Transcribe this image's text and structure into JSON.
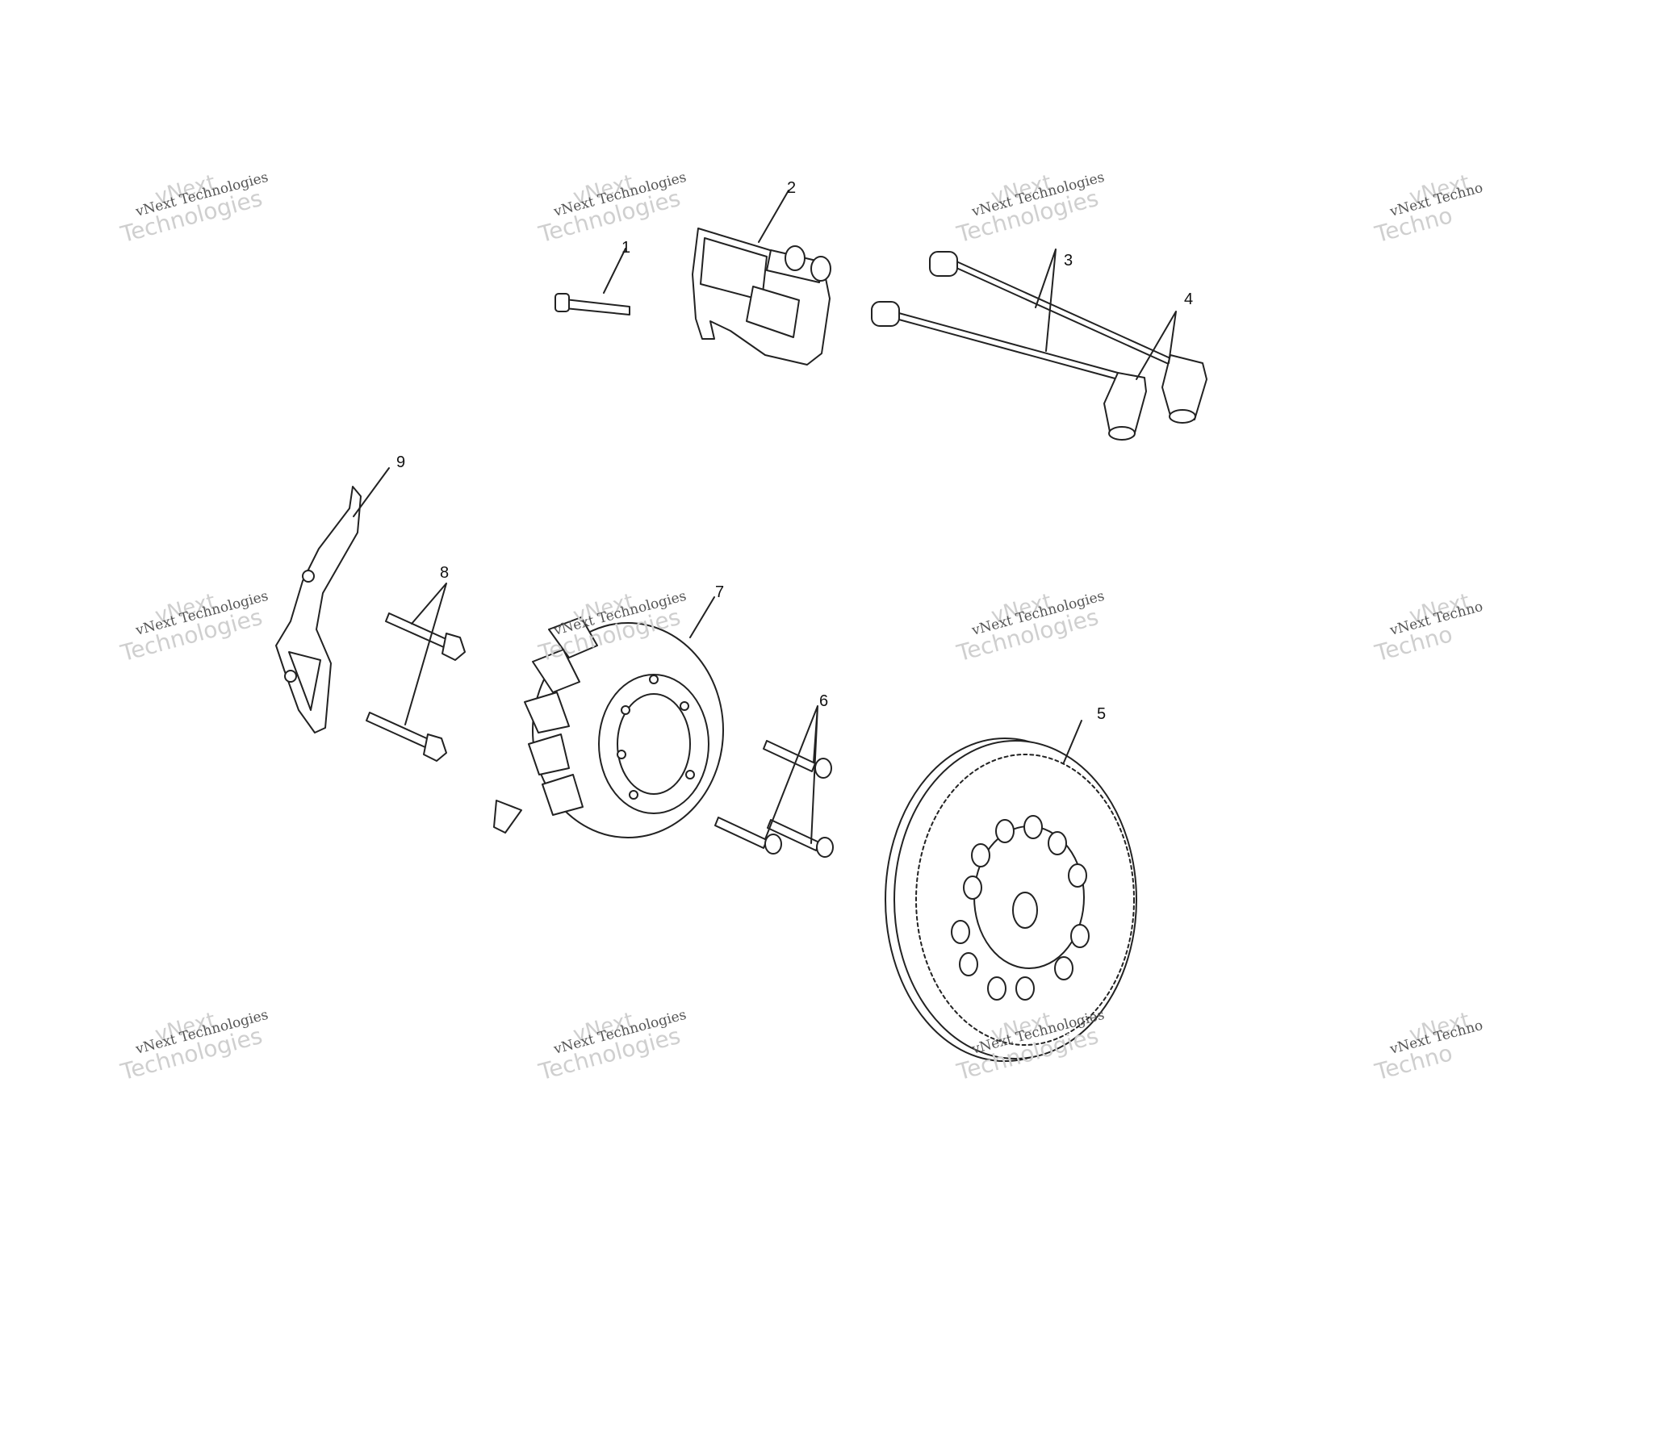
{
  "callouts": [
    "1",
    "2",
    "3",
    "4",
    "5",
    "6",
    "7",
    "8",
    "9"
  ],
  "watermark": {
    "line1": "vNext",
    "line2": "vNext Technologies",
    "line3": "Technologies",
    "edge_line2": "vNext Techno",
    "edge_line3": "Techno"
  },
  "colors": {
    "line": "#222222",
    "fill": "#ffffff",
    "watermark": "#cfcfcf"
  }
}
